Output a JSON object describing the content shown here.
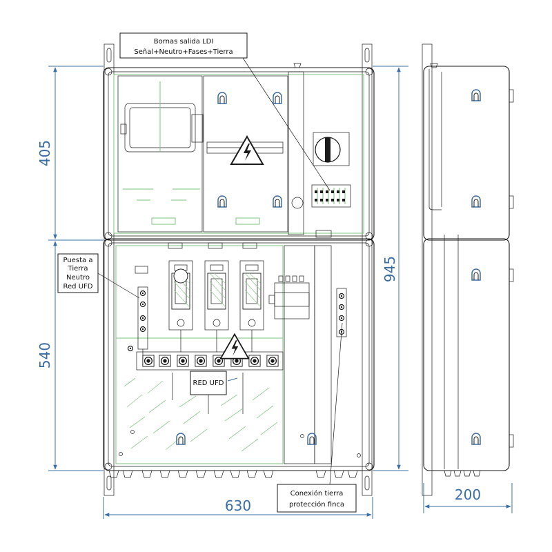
{
  "callouts": {
    "ldi_line1": "Bornas salida LDI",
    "ldi_line2": "Señal+Neutro+Fases+Tierra",
    "puesta_line1": "Puesta a",
    "puesta_line2": "Tierra",
    "puesta_line3": "Neutro",
    "puesta_line4": "Red UFD",
    "conexion_line1": "Conexión tierra",
    "conexion_line2": "protección finca",
    "red_ufd": "RED UFD"
  },
  "dimensions": {
    "upper_height": "405",
    "lower_height": "540",
    "total_height": "945",
    "width": "630",
    "depth": "200"
  },
  "icons": {
    "warning": "high-voltage-warning-icon"
  },
  "colors": {
    "dimension": "#3b6ea5",
    "outline": "#1a1a1a",
    "accent": "#7cc47c"
  }
}
